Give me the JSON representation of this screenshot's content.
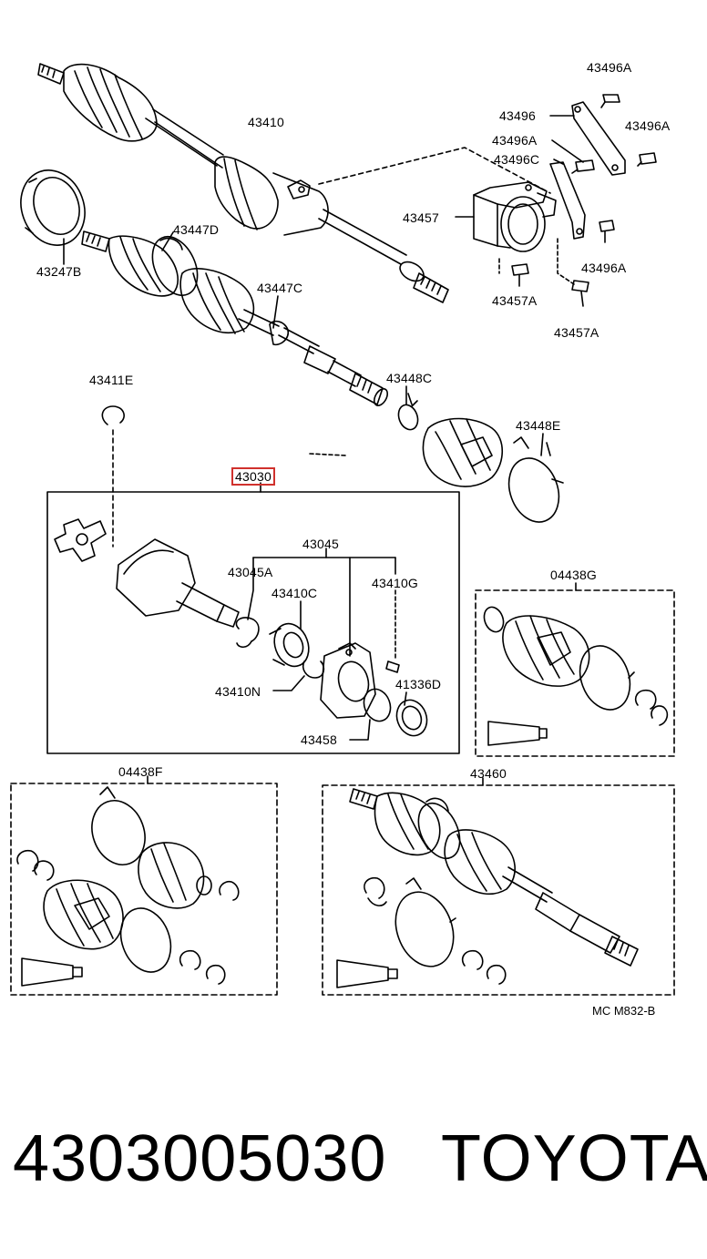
{
  "labels": {
    "p43410": "43410",
    "p43247B": "43247B",
    "p43447D": "43447D",
    "p43447C": "43447C",
    "p43496A_1": "43496A",
    "p43496": "43496",
    "p43496A_2": "43496A",
    "p43496A_3": "43496A",
    "p43496C": "43496C",
    "p43457": "43457",
    "p43496A_4": "43496A",
    "p43457A_1": "43457A",
    "p43457A_2": "43457A",
    "p43411E": "43411E",
    "p43448C": "43448C",
    "p43448E": "43448E",
    "p43030": "43030",
    "p43045": "43045",
    "p43045A": "43045A",
    "p43410G": "43410G",
    "p43410C": "43410C",
    "p04438G": "04438G",
    "p43410N": "43410N",
    "p41336D": "41336D",
    "p43458": "43458",
    "p04438F": "04438F",
    "p43460": "43460",
    "mc_code": "MC M832-B"
  },
  "footer": {
    "part_number": "4303005030",
    "brand": "TOYOTA"
  },
  "colors": {
    "line": "#000000",
    "highlight": "#d0312d"
  }
}
